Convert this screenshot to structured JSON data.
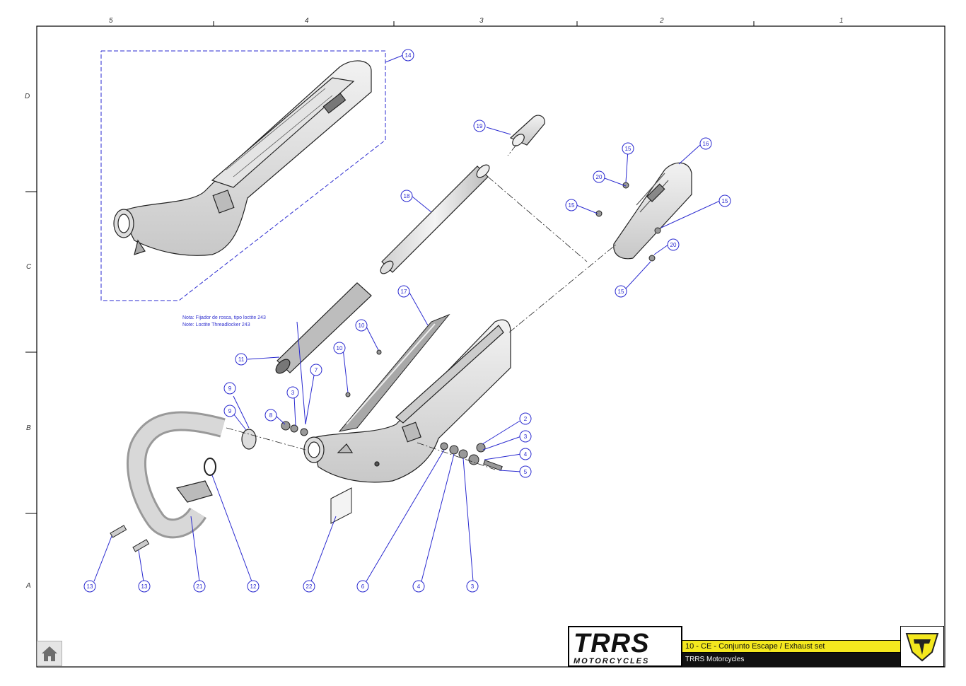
{
  "title_block": {
    "brand": "TRRS",
    "brand_sub": "MOTORCYCLES",
    "drawing_title": "10 - CE - Conjunto Escape / Exhaust set",
    "company": "TRRS Motorcycles",
    "accent_color": "#f4e81e"
  },
  "grid": {
    "columns": [
      "5",
      "4",
      "3",
      "2",
      "1"
    ],
    "rows": [
      "D",
      "C",
      "B",
      "A"
    ]
  },
  "note": {
    "line1": "Nota: Fijador de rosca, tipo loctite 243",
    "line2": "Note: Loctite Threadlocker 243"
  },
  "callouts": [
    "14",
    "19",
    "18",
    "16",
    "15",
    "20",
    "15",
    "15",
    "20",
    "15",
    "17",
    "10",
    "10",
    "11",
    "7",
    "3",
    "9",
    "9",
    "8",
    "2",
    "3",
    "4",
    "5",
    "13",
    "13",
    "21",
    "12",
    "22",
    "6",
    "4",
    "3"
  ],
  "home_icon": "home-icon",
  "colors": {
    "callout": "#2a2ad0",
    "line": "#1a1a1a"
  }
}
